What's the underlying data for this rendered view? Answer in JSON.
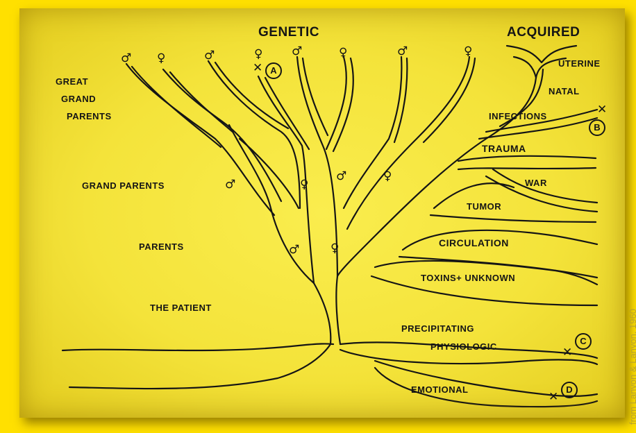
{
  "headings": {
    "genetic": "GENETIC",
    "acquired": "ACQUIRED"
  },
  "generations": {
    "great_grand_parents": [
      "GREAT",
      "GRAND",
      "PARENTS"
    ],
    "grand_parents": "GRAND PARENTS",
    "parents": "PARENTS",
    "patient": "THE PATIENT"
  },
  "acquired_branches": {
    "uterine": "UTERINE",
    "natal": "NATAL",
    "infections": "INFECTIONS",
    "trauma": "TRAUMA",
    "war": "WAR",
    "tumor": "TUMOR",
    "circulation": "CIRCULATION",
    "toxins": "TOXINS+ UNKNOWN"
  },
  "precipitating": {
    "title": "PRECIPITATING",
    "physiologic": "PHYSIOLOGIC",
    "emotional": "EMOTIONAL"
  },
  "markers": [
    "A",
    "B",
    "C",
    "D"
  ],
  "symbols": {
    "male": "♂",
    "female": "♀",
    "cross": "✕"
  },
  "credit": "from Lanyon & Lanyon, 1960",
  "colors": {
    "background": "#FFE000",
    "panel": "#F4E33A",
    "ink": "#151515"
  }
}
